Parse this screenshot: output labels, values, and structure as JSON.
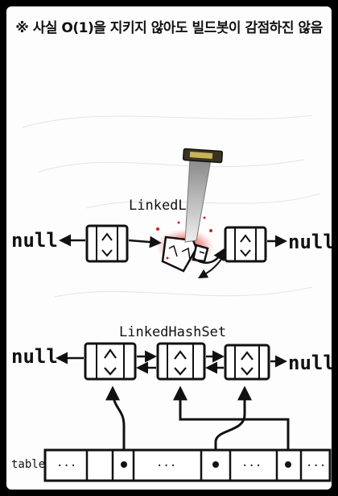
{
  "caption": "※ 사실 O(1)을 지키지 않아도 빌드봇이 감점하진 않음",
  "top_section": {
    "label": "LinkedL",
    "null_left": "null",
    "null_right": "null"
  },
  "bottom_section": {
    "label": "LinkedHashSet",
    "null_left": "null",
    "null_right": "null",
    "table_label": "table",
    "cell_text": "···"
  },
  "colors": {
    "ink": "#111111",
    "blood": "#d81f1f",
    "background": "#fdfdfd",
    "frame": "#000000"
  }
}
